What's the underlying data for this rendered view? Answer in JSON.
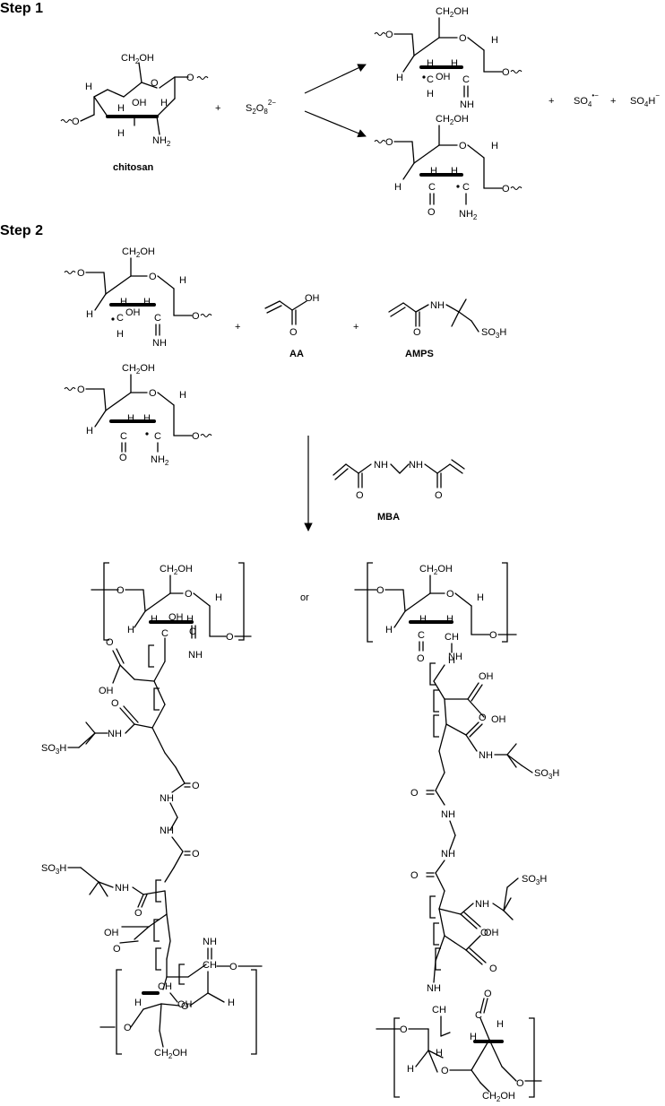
{
  "steps": {
    "step1": "Step 1",
    "step2": "Step 2"
  },
  "compounds": {
    "chitosan": "chitosan",
    "aa": "AA",
    "amps": "AMPS",
    "mba": "MBA"
  },
  "atoms": {
    "ch2oh": "CH2OH",
    "oh": "OH",
    "o": "O",
    "h": "H",
    "nh": "NH",
    "nh2": "NH2",
    "c": "C",
    "ch": "CH"
  },
  "reagents": {
    "persulfate": "S2O8",
    "persulfate_charge": "2−",
    "sulfate_radical": "SO4",
    "sulfate_radical_charge": "•−",
    "hydrogen_sulfate": "SO4H",
    "hydrogen_sulfate_charge": "−",
    "so3h": "SO3H"
  },
  "operators": {
    "plus": "+",
    "or": "or"
  },
  "colors": {
    "ink": "#000000",
    "background": "#ffffff"
  }
}
